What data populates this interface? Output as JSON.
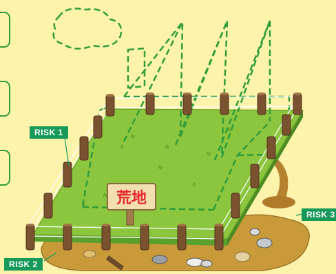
{
  "labels": {
    "risk1": "RISK 1",
    "risk2": "RISK 2",
    "risk3": "RISK 3"
  },
  "sign": {
    "text": "荒地"
  },
  "colors": {
    "background": "#fdf3ab",
    "grass": "#8cc63f",
    "grass_side": "#5aa02c",
    "dashed_outline": "#2e9d3a",
    "post": "#7a5230",
    "soil": "#c99a3a",
    "label_bg": "#17995a",
    "sign_text": "#e6262a"
  }
}
